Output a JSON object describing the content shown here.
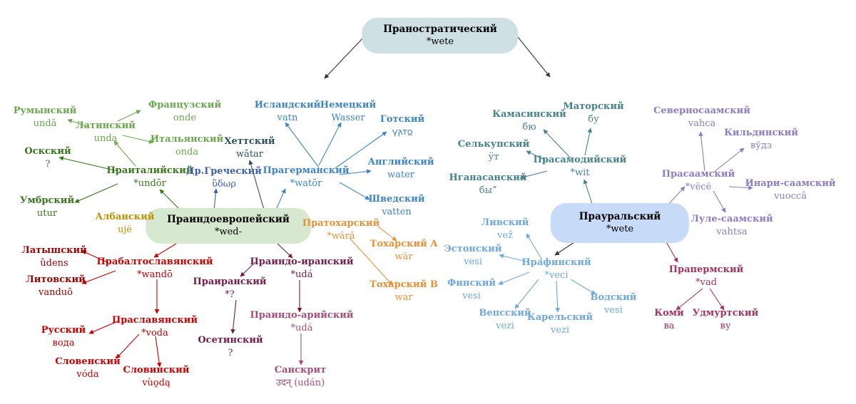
{
  "colors": {
    "root": "#cfe0e4",
    "ie": "#d6e8cf",
    "ural": "#c7daf7",
    "italic": "#6aa84f",
    "italic_dark": "#38761d",
    "baltoslavic": "#cc0000",
    "iranian": "#741b47",
    "indoaryan": "#a64d79",
    "germanic": "#3d85c6",
    "tocharian": "#e69138",
    "albanian": "#bf9000",
    "samoyed": "#45818e",
    "finnic": "#6fa8dc",
    "saami": "#8e7cc3",
    "permic": "#a2325e",
    "hittite": "#2f4f5f",
    "greek": "#3d5fb0",
    "arrow": "#333333"
  },
  "nodes": {
    "nostratic": {
      "name": "Праностратический",
      "word": "*wete"
    },
    "pie": {
      "name": "Праиндоевропейский",
      "word": "*wed-"
    },
    "uralic": {
      "name": "Прауральский",
      "word": "*wete"
    },
    "italic": {
      "name": "Праиталийский",
      "word": "*undōr"
    },
    "latin": {
      "name": "Латинский",
      "word": "unda"
    },
    "french": {
      "name": "Французский",
      "word": "onde"
    },
    "italian": {
      "name": "Итальянский",
      "word": "onda"
    },
    "romanian": {
      "name": "Румынский",
      "word": "undă"
    },
    "oscan": {
      "name": "Оскский",
      "word": "?"
    },
    "umbrian": {
      "name": "Умбрский",
      "word": "utur"
    },
    "albanian": {
      "name": "Албанский",
      "word": "ujë"
    },
    "hittite": {
      "name": "Хеттский",
      "word": "wātar"
    },
    "greek": {
      "name": "Др.Греческий",
      "word": "ὕδωρ"
    },
    "germanic": {
      "name": "Прагерманский",
      "word": "*watōr"
    },
    "icelandic": {
      "name": "Исландский",
      "word": "vatn"
    },
    "german": {
      "name": "Немецкий",
      "word": "Wasser"
    },
    "gothic": {
      "name": "Готский",
      "word": "𐍅𐌰𐍄𐍉"
    },
    "english": {
      "name": "Английский",
      "word": "water"
    },
    "swedish": {
      "name": "Шведский",
      "word": "vatten"
    },
    "tocharian": {
      "name": "Пратохарский",
      "word": "*wäră"
    },
    "tochA": {
      "name": "Тохарский A",
      "word": "wär"
    },
    "tochB": {
      "name": "Тохарский B",
      "word": "war"
    },
    "balto": {
      "name": "Прабалтославянский",
      "word": "*wandō"
    },
    "latvian": {
      "name": "Латышский",
      "word": "ûdens"
    },
    "lithuanian": {
      "name": "Литовский",
      "word": "vanduõ"
    },
    "slavic": {
      "name": "Праславянский",
      "word": "*voda"
    },
    "russian": {
      "name": "Русский",
      "word": "вода"
    },
    "slovene": {
      "name": "Словенский",
      "word": "vóda"
    },
    "slovincian": {
      "name": "Словинский",
      "word": "vùo̯dą"
    },
    "indoiran": {
      "name": "Праиндо-иранский",
      "word": "*udá"
    },
    "iranian": {
      "name": "Праиранский",
      "word": "*?"
    },
    "ossetian": {
      "name": "Осетинский",
      "word": "?"
    },
    "indoaryan": {
      "name": "Праиндо-арийский",
      "word": "*udá"
    },
    "sanskrit": {
      "name": "Санскрит",
      "word": "उदन् (udán)"
    },
    "samoyed": {
      "name": "Прасамодийский",
      "word": "*wit"
    },
    "kamas": {
      "name": "Камасинский",
      "word": "бю"
    },
    "mator": {
      "name": "Маторский",
      "word": "бу"
    },
    "selkup": {
      "name": "Селькупский",
      "word": "ӱт"
    },
    "nganasan": {
      "name": "Нганасанский",
      "word": "быˮ"
    },
    "saami": {
      "name": "Прасаамский",
      "word": "*vëcë"
    },
    "nsaami": {
      "name": "Северносаамский",
      "word": "vahca"
    },
    "kildin": {
      "name": "Кильдинский",
      "word": "вӯдз"
    },
    "inari": {
      "name": "Инари-саамский",
      "word": "vuoccâ"
    },
    "lule": {
      "name": "Луле-саамский",
      "word": "vahtsa"
    },
    "finnic": {
      "name": "Прафинский",
      "word": "*veci"
    },
    "livonian": {
      "name": "Ливский",
      "word": "vež"
    },
    "estonian": {
      "name": "Эстонский",
      "word": "vesi"
    },
    "finnish": {
      "name": "Финский",
      "word": "vesi"
    },
    "veps": {
      "name": "Вепсский",
      "word": "vezi"
    },
    "karelian": {
      "name": "Карельский",
      "word": "vezi"
    },
    "votic": {
      "name": "Водский",
      "word": "vesi"
    },
    "permic": {
      "name": "Прапермский",
      "word": "*vad"
    },
    "komi": {
      "name": "Коми",
      "word": "ва"
    },
    "udmurt": {
      "name": "Удмуртский",
      "word": "ву"
    }
  }
}
